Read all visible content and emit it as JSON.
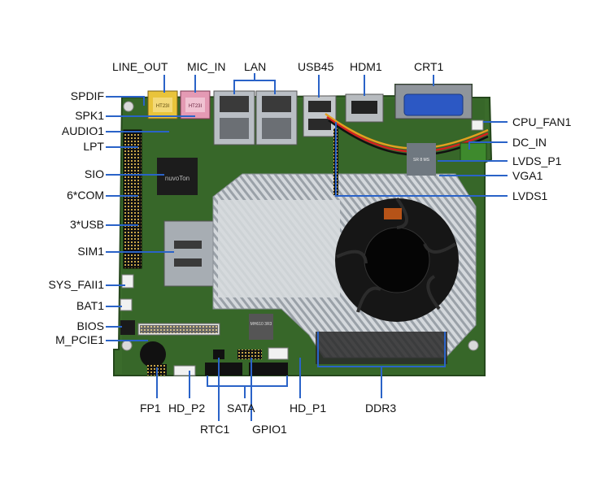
{
  "colors": {
    "pcb": "#3a6b2b",
    "pcb_dark": "#24461b",
    "leader": "#2a63c8",
    "heatsink": "#c9cdd2",
    "fan": "#161616"
  },
  "labels": {
    "top": {
      "line_out": "LINE_OUT",
      "mic_in": "MIC_IN",
      "lan": "LAN",
      "usb45": "USB45",
      "hdm1": "HDM1",
      "crt1": "CRT1"
    },
    "left": {
      "spdif": "SPDIF",
      "spk1": "SPK1",
      "audio1": "AUDIO1",
      "lpt": "LPT",
      "sio": "SIO",
      "com": "6*COM",
      "usb": "3*USB",
      "sim1": "SIM1",
      "sys_fail": "SYS_FAII1",
      "bat1": "BAT1",
      "bios": "BIOS",
      "m_pcie1": "M_PCIE1"
    },
    "right": {
      "cpu_fan1": "CPU_FAN1",
      "dc_in": "DC_IN",
      "lvds_p1": "LVDS_P1",
      "vga1": "VGA1",
      "lvds1": "LVDS1"
    },
    "bottom": {
      "fp1": "FP1",
      "hd_p2": "HD_P2",
      "sata": "SATA",
      "rtc1": "RTC1",
      "gpio1": "GPIO1",
      "hd_p1": "HD_P1",
      "ddr3": "DDR3"
    }
  },
  "chip_text": {
    "sio_chip": "nuvoTon",
    "audio_jack": "HT23I",
    "mic_jack": "HT23I",
    "inductor": "MH610 3R3",
    "module": "SR 8 MS"
  }
}
